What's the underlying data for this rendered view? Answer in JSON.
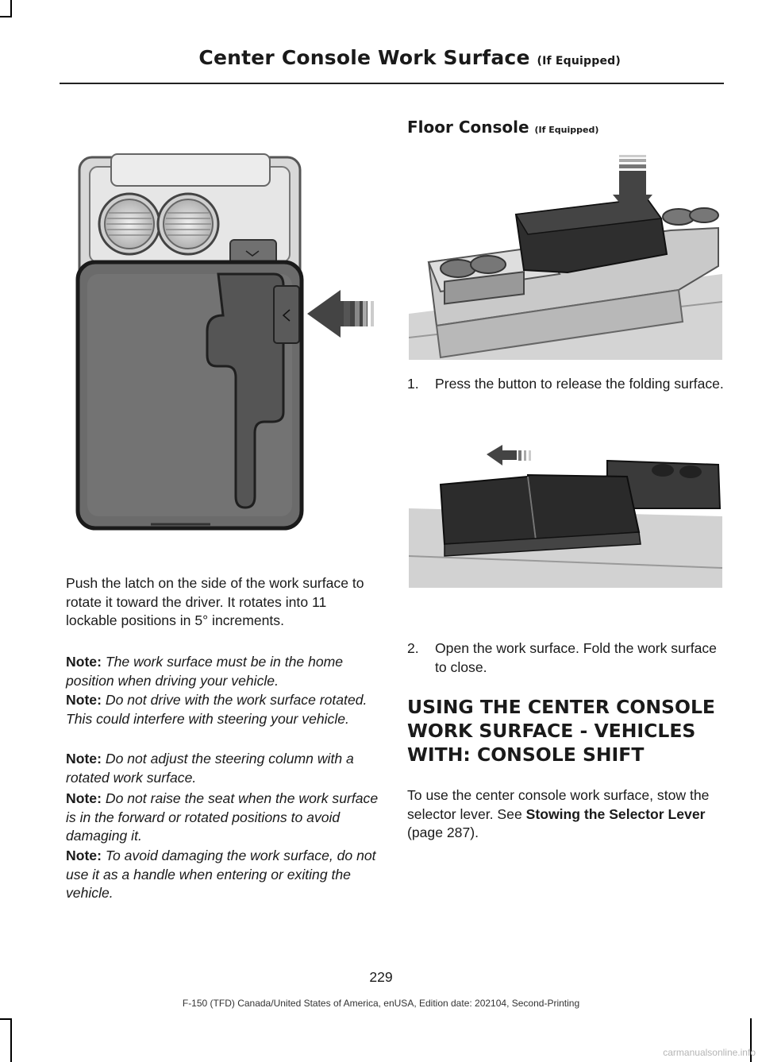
{
  "header": {
    "title": "Center Console Work Surface",
    "title_suffix": "(If Equipped)"
  },
  "left": {
    "paragraph": "Push the latch on the side of the work surface to rotate it toward the driver. It rotates into 11 lockable positions in 5° increments.",
    "notes": [
      {
        "label": "Note:",
        "text": "The work surface must be in the home position when driving your vehicle."
      },
      {
        "label": "Note:",
        "text": "Do not drive with the work surface rotated. This could interfere with steering your vehicle."
      },
      {
        "label": "Note:",
        "text": "Do not adjust the steering column with a rotated work surface."
      },
      {
        "label": "Note:",
        "text": "Do not raise the seat when the work surface is in the forward or rotated positions to avoid damaging it."
      },
      {
        "label": "Note:",
        "text": "To avoid damaging the work surface, do not use it as a handle when entering or exiting the vehicle."
      }
    ]
  },
  "right": {
    "section_title": "Floor Console",
    "section_suffix": "(If Equipped)",
    "steps": [
      {
        "num": "1.",
        "text": "Press the button to release the folding surface."
      },
      {
        "num": "2.",
        "text": "Open the work surface. Fold the work surface to close."
      }
    ],
    "heading_lines": [
      "USING THE CENTER CONSOLE",
      "WORK SURFACE - VEHICLES",
      "WITH: CONSOLE SHIFT"
    ],
    "para_start": "To use the center console work surface, stow the selector lever. See ",
    "para_link": "Stowing the Selector Lever",
    "para_end": " (page 287)."
  },
  "footer": {
    "page_number": "229",
    "edition": "F-150 (TFD) Canada/United States of America, enUSA, Edition date: 202104, Second-Printing"
  },
  "watermark": "carmanualsonline.info"
}
